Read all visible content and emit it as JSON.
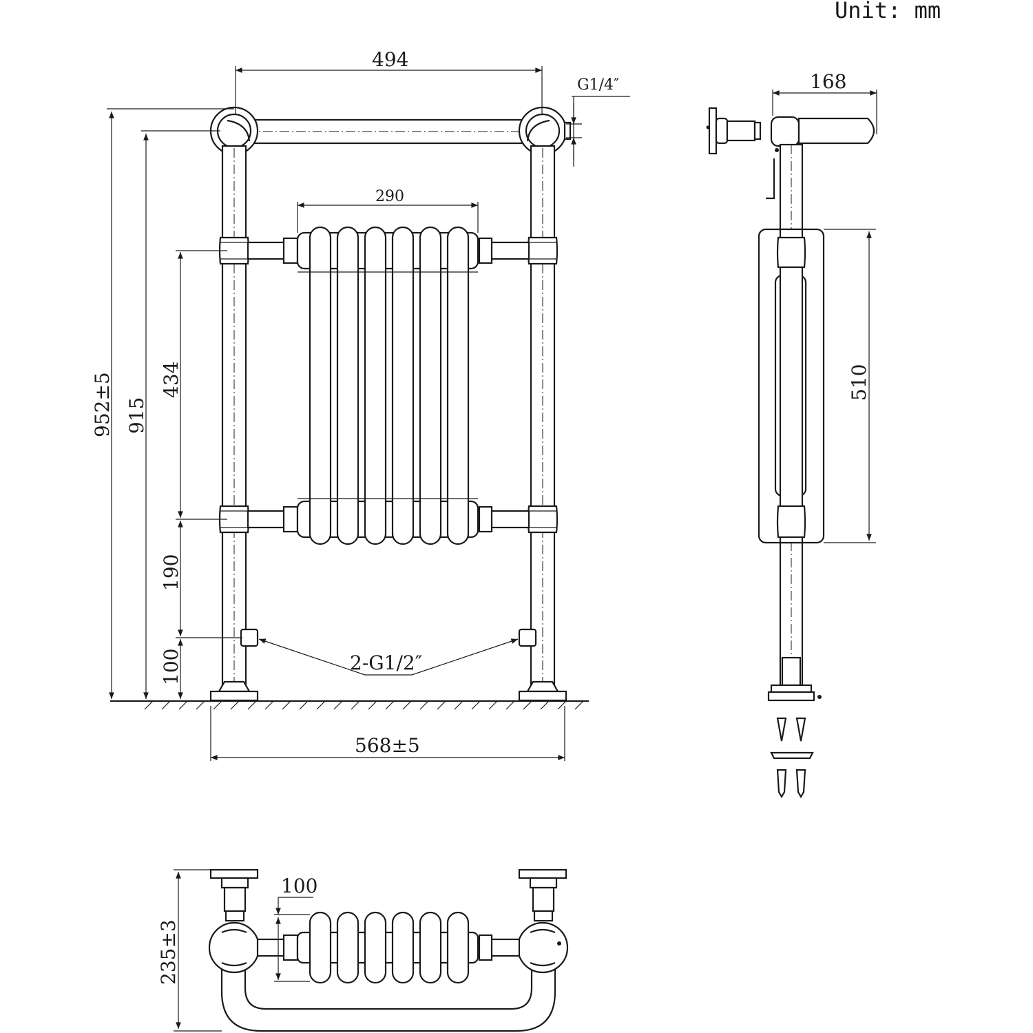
{
  "unit_label": "Unit: mm",
  "front_view": {
    "overall_width_top": "494",
    "top_thread": "G1/4″",
    "radiator_width": "290",
    "overall_height": "952±5",
    "rail_height": "915",
    "radiator_height": "434",
    "lower_to_valve": "190",
    "valve_height": "100",
    "inlet_label": "2-G1/2″",
    "base_width": "568±5"
  },
  "side_view": {
    "depth": "168",
    "radiator_side_height": "510"
  },
  "top_view": {
    "radiator_depth": "100",
    "overall_depth": "235±3"
  }
}
